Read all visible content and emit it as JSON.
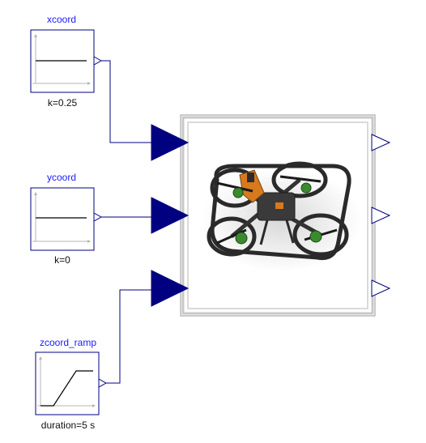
{
  "blocks": {
    "xcoord": {
      "name": "xcoord",
      "param": "k=0.25"
    },
    "ycoord": {
      "name": "ycoord",
      "param": "k=0"
    },
    "zcoord_ramp": {
      "name": "zcoord_ramp",
      "param": "duration=5 s"
    }
  },
  "quadcopter": {
    "image": "quadcopter-drone-photo"
  },
  "colors": {
    "connector": "#000080",
    "label": "#1a1aff"
  }
}
